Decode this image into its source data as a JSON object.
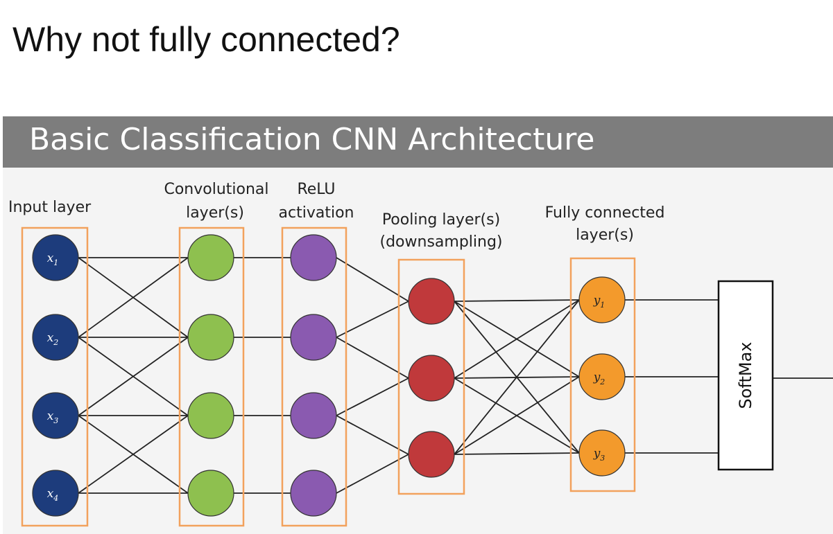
{
  "slide_title": "Why not fully connected?",
  "banner_title": "Basic Classification CNN Architecture",
  "layers": {
    "input": {
      "label": [
        "Input layer"
      ],
      "nodes": [
        {
          "base": "x",
          "sub": "1"
        },
        {
          "base": "x",
          "sub": "2"
        },
        {
          "base": "x",
          "sub": "3"
        },
        {
          "base": "x",
          "sub": "4"
        }
      ]
    },
    "conv": {
      "label": [
        "Convolutional",
        "layer(s)"
      ],
      "nodes": 4
    },
    "relu": {
      "label": [
        "ReLU",
        "activation"
      ],
      "nodes": 4
    },
    "pool": {
      "label": [
        "Pooling layer(s)",
        "(downsampling)"
      ],
      "nodes": 3
    },
    "fc": {
      "label": [
        "Fully connected",
        "layer(s)"
      ],
      "nodes": [
        {
          "base": "y",
          "sub": "1"
        },
        {
          "base": "y",
          "sub": "2"
        },
        {
          "base": "y",
          "sub": "3"
        }
      ]
    }
  },
  "softmax_label": "SoftMax",
  "colors": {
    "input_node": "#1d3c7c",
    "conv_node": "#8ec04f",
    "relu_node": "#8a5ab0",
    "pool_node": "#c0393b",
    "fc_node": "#f39a2c",
    "layer_box": "#f2a15c",
    "banner": "#7d7d7d"
  }
}
